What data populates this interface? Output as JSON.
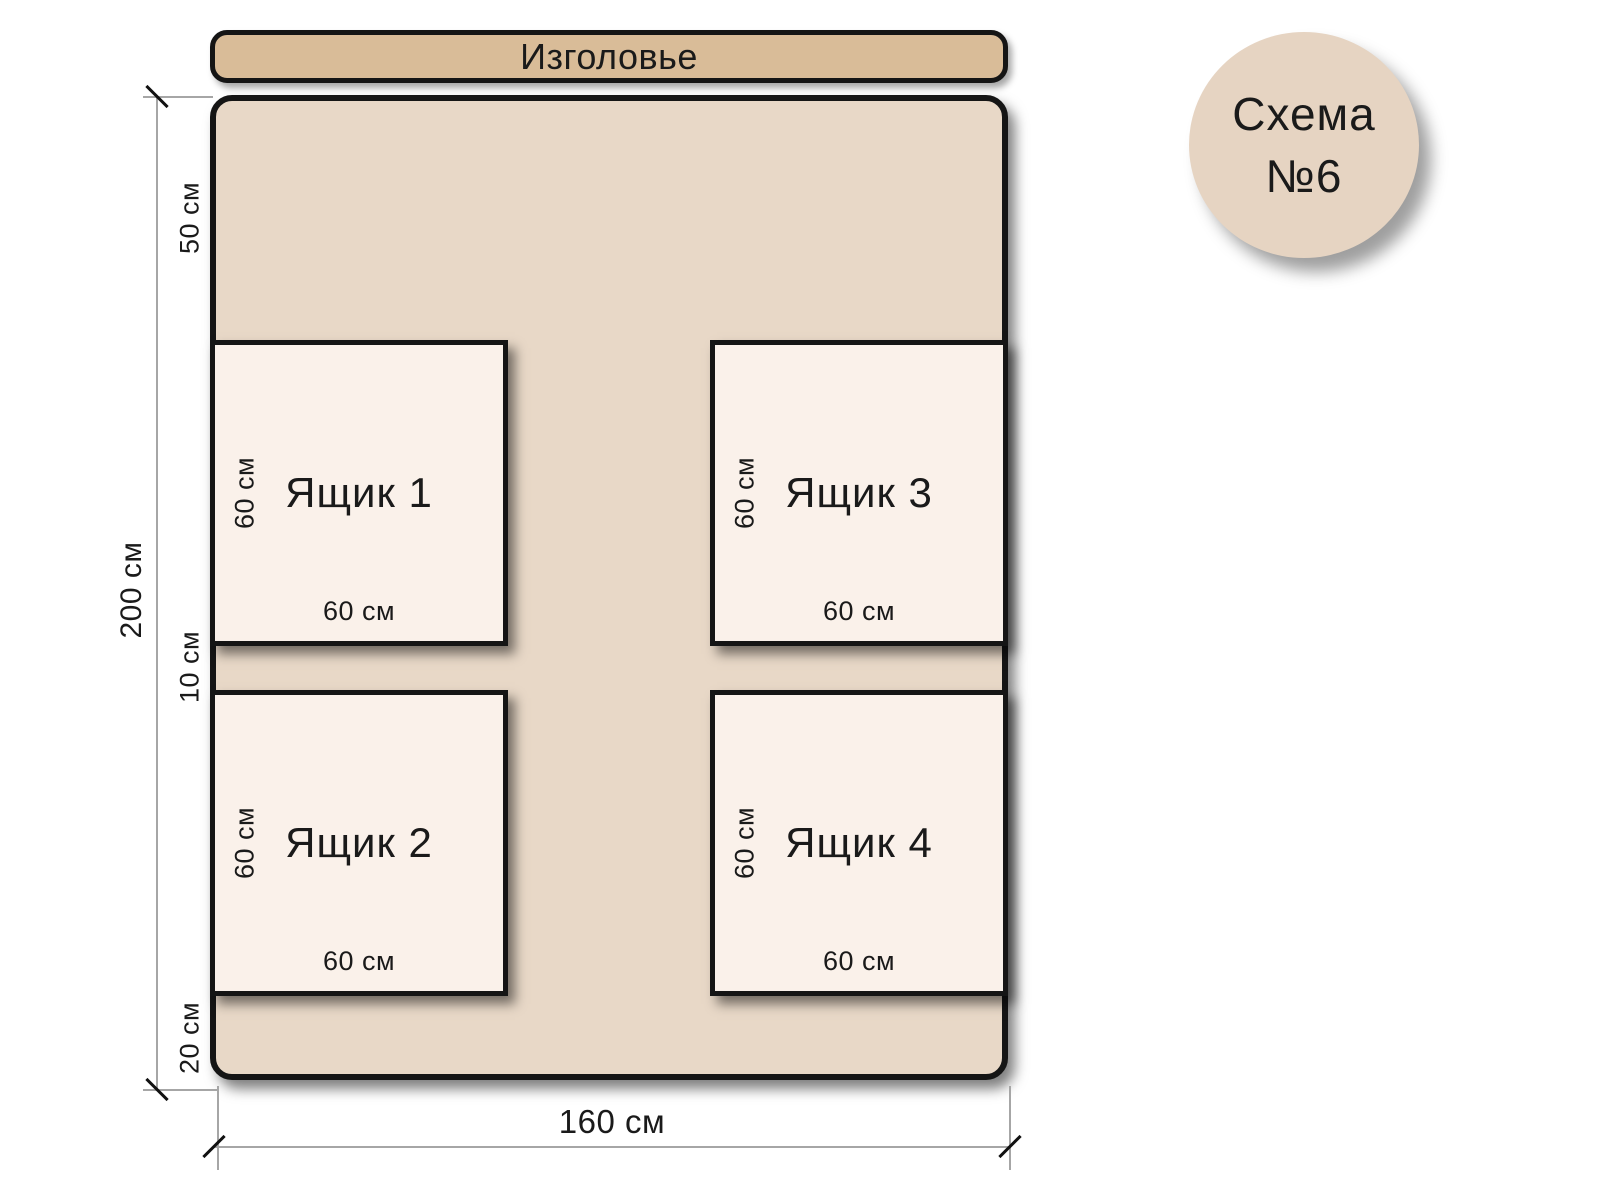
{
  "scheme": {
    "headboard": {
      "label": "Изголовье"
    },
    "badge": {
      "line1": "Схема",
      "line2": "№6"
    },
    "drawers": [
      {
        "name": "Ящик 1",
        "height_label": "60 см",
        "width_label": "60 см"
      },
      {
        "name": "Ящик 2",
        "height_label": "60 см",
        "width_label": "60 см"
      },
      {
        "name": "Ящик 3",
        "height_label": "60 см",
        "width_label": "60 см"
      },
      {
        "name": "Ящик 4",
        "height_label": "60 см",
        "width_label": "60 см"
      }
    ],
    "dimensions": {
      "total_height": "200 см",
      "total_width": "160 см",
      "gap_top": "50 см",
      "gap_middle": "10 см",
      "gap_bottom": "20 см"
    },
    "colors": {
      "headboard_fill": "#d9bc98",
      "bed_fill": "#e8d8c7",
      "drawer_fill": "#faf1ea",
      "badge_fill": "#e6d4c2",
      "outline": "#151515",
      "dimension_line": "#a6a6a6",
      "text": "#1a1a1a"
    }
  }
}
